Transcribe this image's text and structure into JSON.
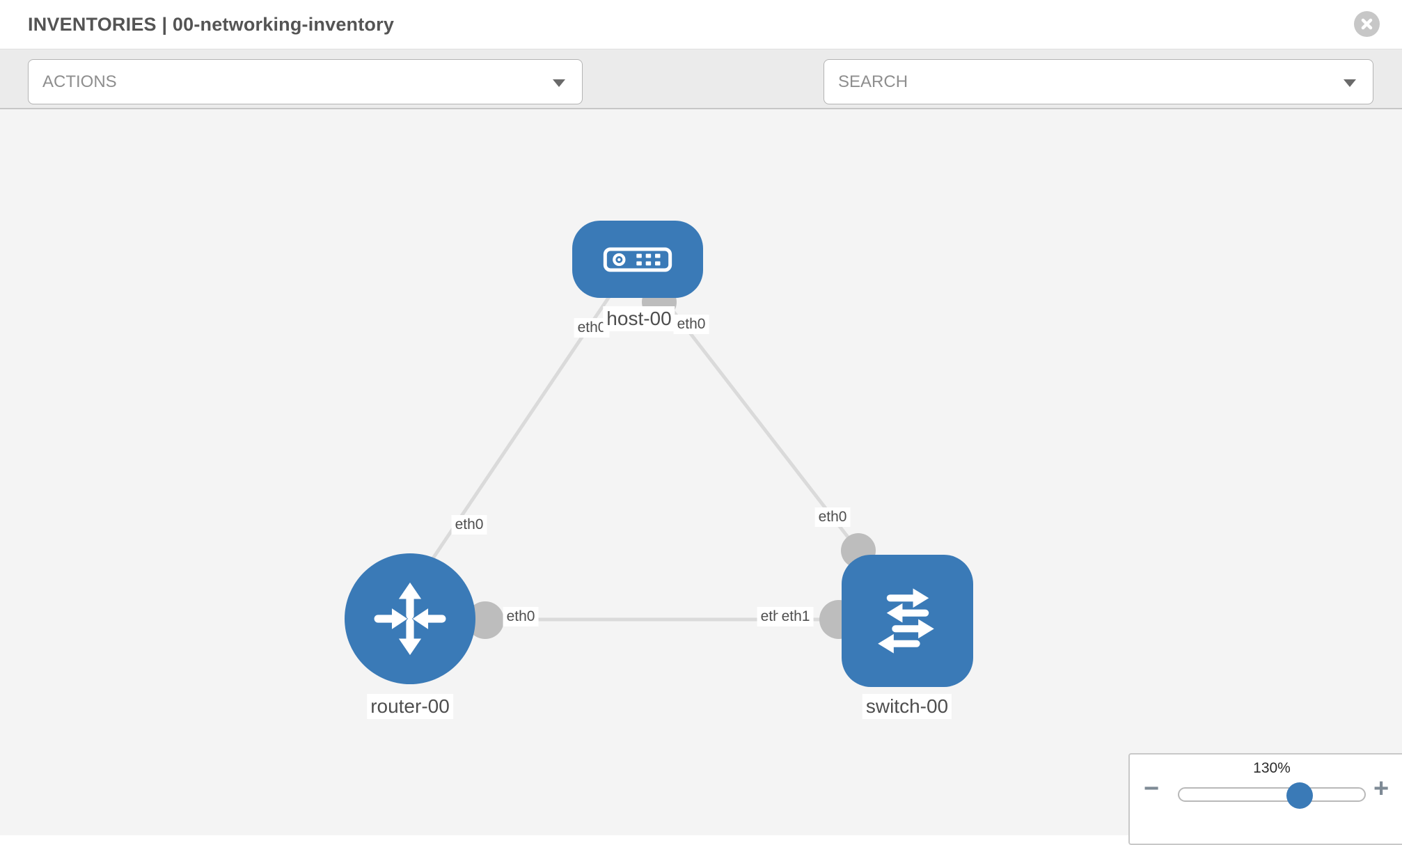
{
  "header": {
    "title": "INVENTORIES | 00-networking-inventory"
  },
  "toolbar": {
    "actions_label": "ACTIONS",
    "search_placeholder": "SEARCH",
    "tool_icons": [
      "wrench-icon",
      "key-icon"
    ]
  },
  "colors": {
    "node_blue": "#3a7ab7",
    "edge_gray": "#dadada",
    "port_gray": "#bdbdbd",
    "canvas_bg": "#f4f4f4",
    "toolbar_bg": "#ebebeb",
    "close_circle_gray": "#c7c7c7"
  },
  "graph": {
    "nodes": [
      {
        "id": "host-00",
        "type": "host",
        "label": "host-00",
        "icon": "host-icon"
      },
      {
        "id": "router-00",
        "type": "router",
        "label": "router-00",
        "icon": "router-icon"
      },
      {
        "id": "switch-00",
        "type": "switch",
        "label": "switch-00",
        "icon": "switch-icon"
      }
    ],
    "edges": [
      {
        "from": "host-00",
        "to": "router-00"
      },
      {
        "from": "host-00",
        "to": "switch-00"
      },
      {
        "from": "router-00",
        "to": "switch-00"
      }
    ],
    "iface_labels": [
      {
        "text": "eth0",
        "edge": "host-router",
        "near": "host-00"
      },
      {
        "text": "eth0",
        "edge": "host-switch",
        "near": "host-00"
      },
      {
        "text": "eth0",
        "edge": "host-router",
        "near": "router-00"
      },
      {
        "text": "eth0",
        "edge": "router-switch",
        "near": "router-00"
      },
      {
        "text": "eth0",
        "edge": "router-switch",
        "near": "switch-00",
        "note": "partially covered by eth1 chip, reads as etleth1"
      },
      {
        "text": "eth1",
        "edge": "router-switch",
        "near": "switch-00"
      },
      {
        "text": "eth0",
        "edge": "host-switch",
        "near": "switch-00"
      }
    ]
  },
  "zoom_control": {
    "value_label": "130%",
    "percent": 130,
    "minus_label": "−",
    "plus_label": "+"
  }
}
